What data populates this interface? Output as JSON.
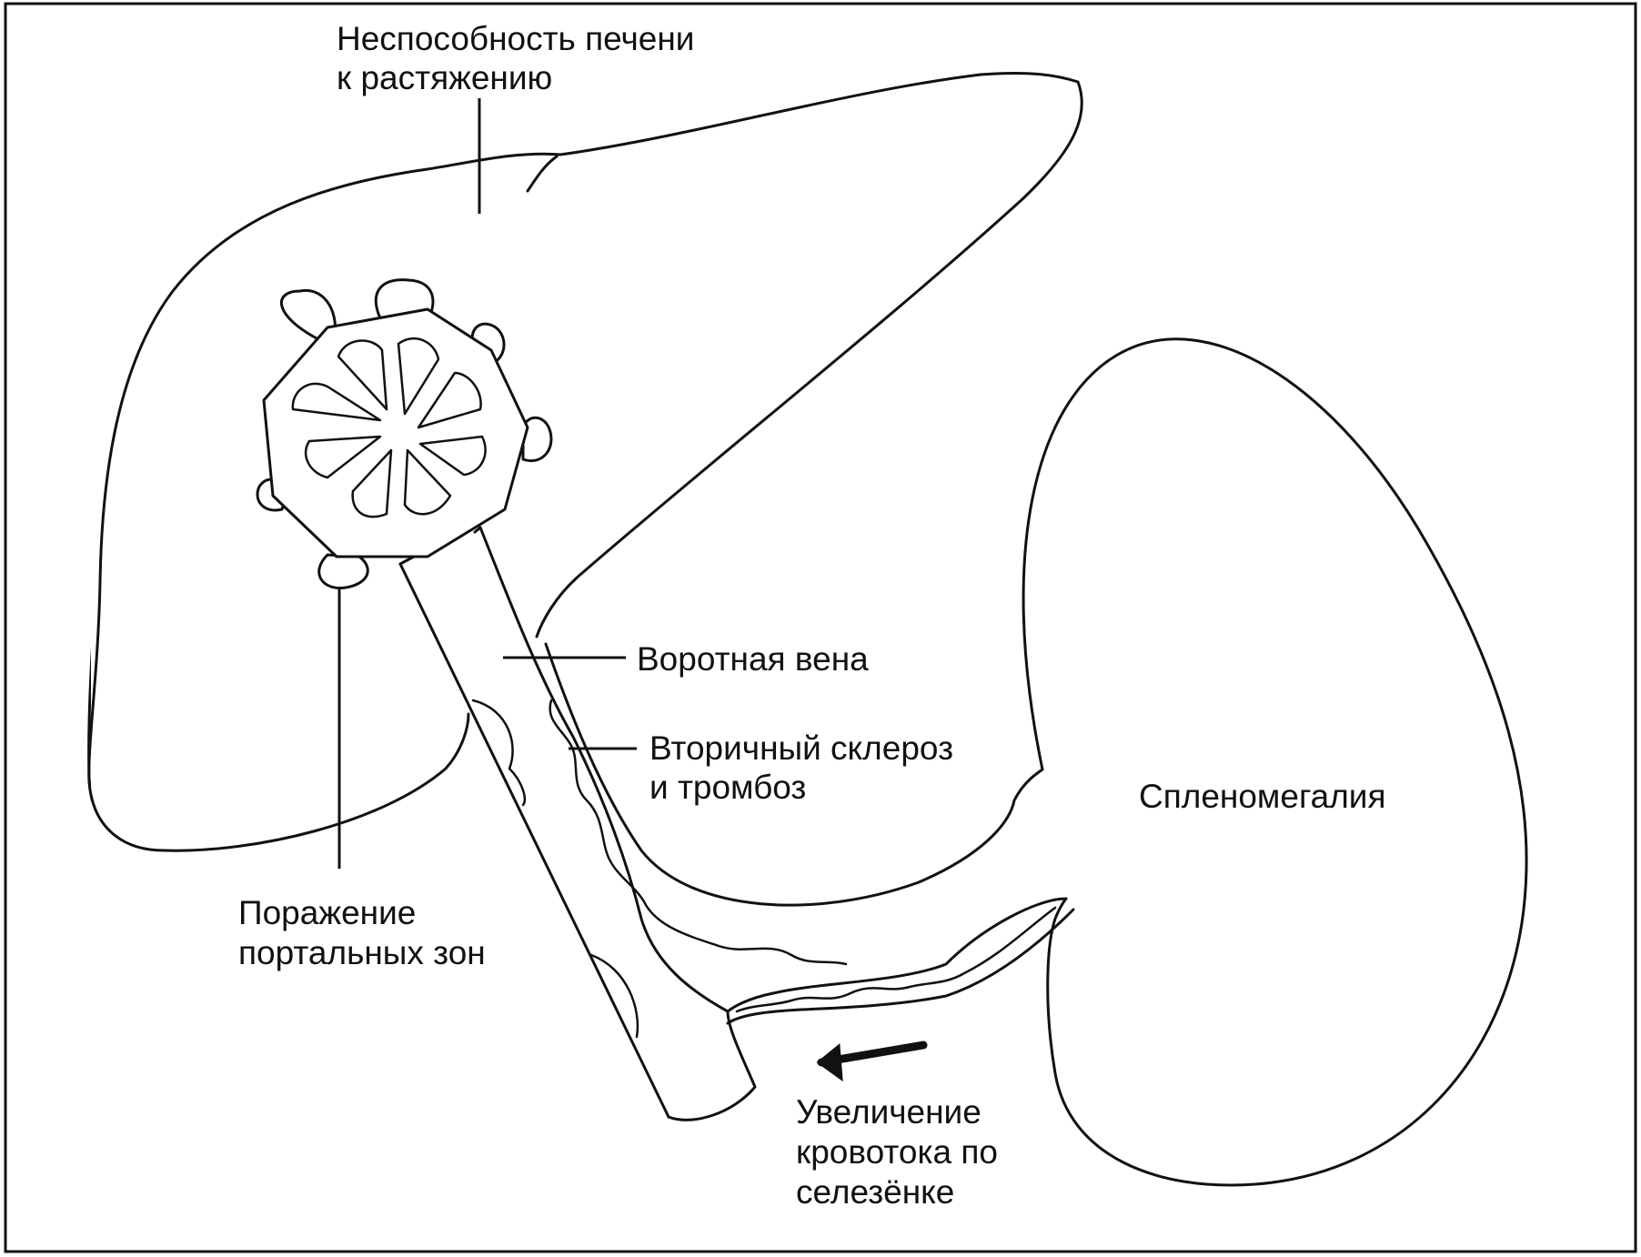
{
  "labels": {
    "liver_distension": {
      "line1": "Неспособность печени",
      "line2": "к растяжению"
    },
    "portal_vein": "Воротная вена",
    "sclerosis": {
      "line1": "Вторичный склероз",
      "line2": "и тромбоз"
    },
    "splenomegaly": "Спленомегалия",
    "portal_zones": {
      "line1": "Поражение",
      "line2": "портальных зон"
    },
    "splenic_flow": {
      "line1": "Увеличение",
      "line2": "кровотока по",
      "line3": "селезёнке"
    }
  },
  "colors": {
    "ink": "#111111",
    "background": "#ffffff"
  }
}
